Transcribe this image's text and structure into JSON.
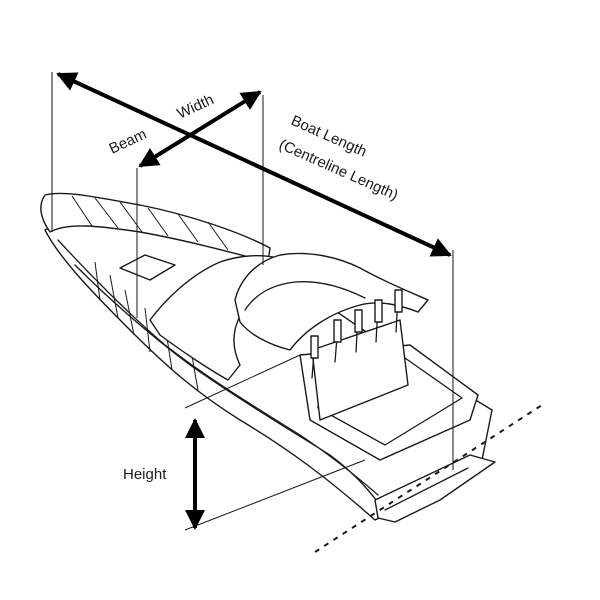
{
  "labels": {
    "beam": "Beam",
    "width": "Width",
    "boat_length_1": "Boat Length",
    "boat_length_2": "(Centreline Length)",
    "height": "Height"
  }
}
